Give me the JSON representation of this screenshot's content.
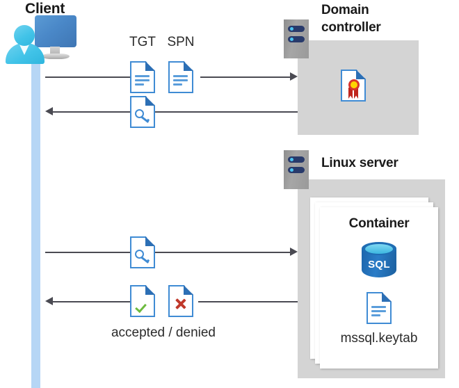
{
  "diagram": {
    "title_client": "Client",
    "actors": {
      "client": {
        "label": "Client",
        "icon": "user-workstation-icon"
      },
      "domain_controller": {
        "label": "Domain\ncontroller",
        "label_line1": "Domain",
        "label_line2": "controller",
        "icon": "server-rack-icon"
      },
      "linux_server": {
        "label": "Linux server",
        "icon": "server-rack-icon"
      }
    },
    "container": {
      "title": "Container",
      "database_label": "SQL",
      "keytab_label": "mssql.keytab",
      "stack_count": 3
    },
    "messages": [
      {
        "id": "msg-1",
        "direction": "right",
        "artifacts": [
          "TGT",
          "SPN"
        ],
        "artifact_icon": "document-icon"
      },
      {
        "id": "msg-2",
        "direction": "left",
        "artifacts": [],
        "artifact_icon": "key-document-icon"
      },
      {
        "id": "msg-3",
        "direction": "right",
        "artifacts": [],
        "artifact_icon": "key-document-icon"
      },
      {
        "id": "msg-4",
        "direction": "left",
        "artifacts": [],
        "artifact_icon": "check-document-icon",
        "artifact_icon_2": "cross-document-icon",
        "caption": "accepted / denied"
      }
    ],
    "labels": {
      "tgt": "TGT",
      "spn": "SPN",
      "accepted_denied": "accepted / denied"
    },
    "icons": {
      "certificate": "certificate-document-icon",
      "sql_database": "sql-database-icon",
      "keytab_document": "keytab-document-icon"
    },
    "colors": {
      "lifeline": "#b6d6f5",
      "panel_gray": "#d4d4d4",
      "server_gray": "#9a9a9a",
      "server_bar_navy": "#283a6b",
      "server_led_cyan": "#4cc3f0",
      "doc_blue": "#3f8bd4",
      "doc_fold_blue": "#2c6fb5",
      "arrow_gray": "#4a4a52",
      "accent_green": "#6cba3e",
      "accent_red": "#c0392b",
      "cert_gold": "#ffd400",
      "cert_ribbon_red": "#c0261d",
      "sql_blue": "#2a7cc7",
      "monitor_blue": "#4a88c8",
      "person_cyan": "#41c3e8",
      "text_dark": "#1a1a1a"
    }
  }
}
